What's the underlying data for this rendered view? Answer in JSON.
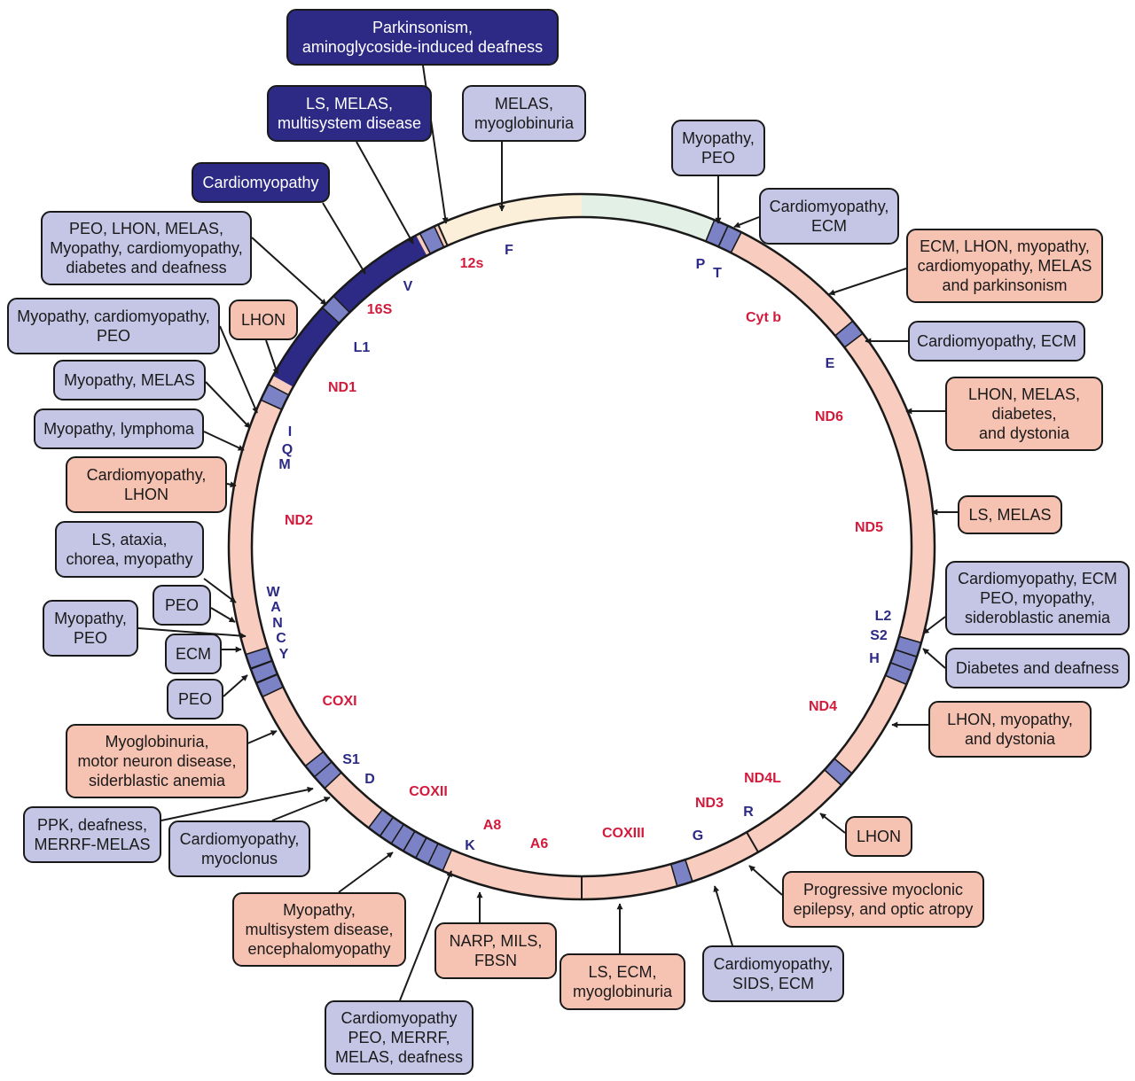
{
  "colors": {
    "dark": "#2c2a84",
    "blue": "#c5c5e6",
    "pink": "#f6c2b2",
    "trna": "#7b83c6",
    "rna_band": "#2c2a84",
    "ring_gene": "#f8cdbf",
    "ring_yellow": "#fbefd9",
    "ring_green": "#e3f0e6",
    "gene_label": "#d21b3c",
    "trna_label": "#2c2a84"
  },
  "rings": {
    "genes": [
      {
        "label": "16S"
      },
      {
        "label": "12s"
      },
      {
        "label": "Cyt b"
      },
      {
        "label": "ND6"
      },
      {
        "label": "ND5"
      },
      {
        "label": "ND4"
      },
      {
        "label": "ND4L"
      },
      {
        "label": "ND3"
      },
      {
        "label": "COXIII"
      },
      {
        "label": "A6"
      },
      {
        "label": "A8"
      },
      {
        "label": "COXII"
      },
      {
        "label": "COXI"
      },
      {
        "label": "ND2"
      },
      {
        "label": "ND1"
      }
    ],
    "trnas": [
      {
        "label": "F"
      },
      {
        "label": "V"
      },
      {
        "label": "L1"
      },
      {
        "label": "P"
      },
      {
        "label": "T"
      },
      {
        "label": "E"
      },
      {
        "label": "I"
      },
      {
        "label": "Q"
      },
      {
        "label": "M"
      },
      {
        "label": "W"
      },
      {
        "label": "A"
      },
      {
        "label": "N"
      },
      {
        "label": "C"
      },
      {
        "label": "Y"
      },
      {
        "label": "S1"
      },
      {
        "label": "D"
      },
      {
        "label": "K"
      },
      {
        "label": "G"
      },
      {
        "label": "R"
      },
      {
        "label": "L2"
      },
      {
        "label": "S2"
      },
      {
        "label": "H"
      }
    ]
  },
  "boxes": [
    {
      "text": "Parkinsonism,\naminoglycoside-induced deafness",
      "style": "dark"
    },
    {
      "text": "LS, MELAS,\nmultisystem disease",
      "style": "dark"
    },
    {
      "text": "Cardiomyopathy",
      "style": "dark"
    },
    {
      "text": "MELAS,\nmyoglobinuria",
      "style": "blue"
    },
    {
      "text": "Myopathy,\nPEO",
      "style": "blue"
    },
    {
      "text": "Cardiomyopathy,\nECM",
      "style": "blue"
    },
    {
      "text": "ECM, LHON, myopathy,\ncardiomyopathy, MELAS\nand parkinsonism",
      "style": "pink"
    },
    {
      "text": "Cardiomyopathy, ECM",
      "style": "blue"
    },
    {
      "text": "LHON, MELAS,\ndiabetes,\nand dystonia",
      "style": "pink"
    },
    {
      "text": "LS, MELAS",
      "style": "pink"
    },
    {
      "text": "Cardiomyopathy, ECM\nPEO, myopathy,\nsideroblastic anemia",
      "style": "blue"
    },
    {
      "text": "Diabetes and deafness",
      "style": "blue"
    },
    {
      "text": "LHON, myopathy,\nand dystonia",
      "style": "pink"
    },
    {
      "text": "LHON",
      "style": "pink"
    },
    {
      "text": "Progressive myoclonic\nepilepsy, and optic atropy",
      "style": "pink"
    },
    {
      "text": "Cardiomyopathy,\nSIDS, ECM",
      "style": "blue"
    },
    {
      "text": "LS, ECM,\nmyoglobinuria",
      "style": "pink"
    },
    {
      "text": "NARP,  MILS,\nFBSN",
      "style": "pink"
    },
    {
      "text": "Cardiomyopathy\nPEO, MERRF,\nMELAS, deafness",
      "style": "blue"
    },
    {
      "text": "Myopathy,\nmultisystem disease,\nencephalomyopathy",
      "style": "pink"
    },
    {
      "text": "Cardiomyopathy,\nmyoclonus",
      "style": "blue"
    },
    {
      "text": "PPK, deafness,\nMERRF-MELAS",
      "style": "blue"
    },
    {
      "text": "Myoglobinuria,\nmotor neuron disease,\nsiderblastic anemia",
      "style": "pink"
    },
    {
      "text": "PEO",
      "style": "blue"
    },
    {
      "text": "ECM",
      "style": "blue"
    },
    {
      "text": "Myopathy,\nPEO",
      "style": "blue"
    },
    {
      "text": "PEO",
      "style": "blue"
    },
    {
      "text": "LS, ataxia,\nchorea, myopathy",
      "style": "blue"
    },
    {
      "text": "Cardiomyopathy,\nLHON",
      "style": "pink"
    },
    {
      "text": "Myopathy, lymphoma",
      "style": "blue"
    },
    {
      "text": "Myopathy, MELAS",
      "style": "blue"
    },
    {
      "text": "Myopathy, cardiomyopathy,\nPEO",
      "style": "blue"
    },
    {
      "text": "LHON",
      "style": "pink"
    },
    {
      "text": "PEO, LHON, MELAS,\nMyopathy, cardiomyopathy,\ndiabetes and deafness",
      "style": "blue"
    }
  ]
}
